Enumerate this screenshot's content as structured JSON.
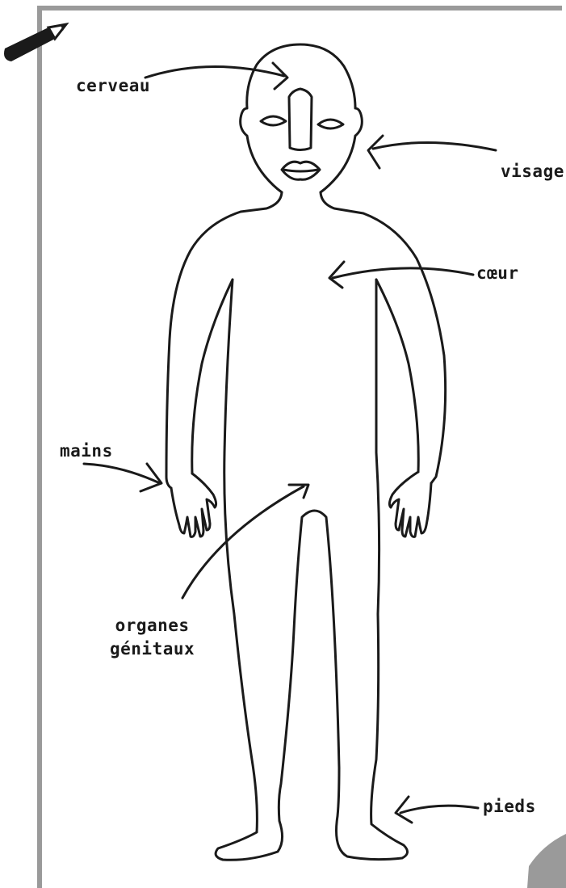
{
  "labels": {
    "cerveau": "cerveau",
    "visage": "visage",
    "coeur": "cœur",
    "mains": "mains",
    "organes_line1": "organes",
    "organes_line2": "génitaux",
    "pieds": "pieds"
  },
  "icons": [
    "pencil-icon",
    "page-curl-icon"
  ],
  "colors": {
    "ink": "#1a1a1a",
    "frame": "#9a9a9a",
    "curl": "#9a9a9a",
    "paper": "#ffffff"
  }
}
